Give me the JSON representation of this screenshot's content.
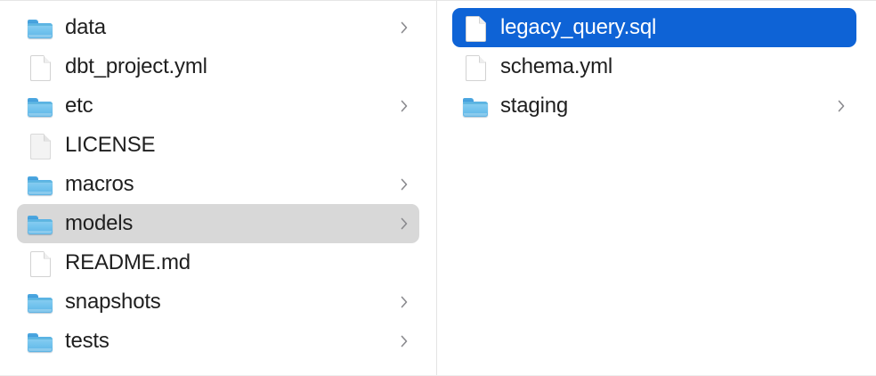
{
  "window": {
    "view": "finder-column-view",
    "selection_blue": "#0e63d6",
    "selection_gray": "#d8d8d8",
    "divider_color": "#e3e3e3"
  },
  "columns": [
    {
      "name": "parent-column",
      "items": [
        {
          "label": "data",
          "icon": "folder-icon",
          "has_chevron": true,
          "state": "normal"
        },
        {
          "label": "dbt_project.yml",
          "icon": "document-icon",
          "has_chevron": false,
          "state": "normal"
        },
        {
          "label": "etc",
          "icon": "folder-icon",
          "has_chevron": true,
          "state": "normal"
        },
        {
          "label": "LICENSE",
          "icon": "document-plain-icon",
          "has_chevron": false,
          "state": "normal"
        },
        {
          "label": "macros",
          "icon": "folder-icon",
          "has_chevron": true,
          "state": "normal"
        },
        {
          "label": "models",
          "icon": "folder-icon",
          "has_chevron": true,
          "state": "selected-inactive"
        },
        {
          "label": "README.md",
          "icon": "document-icon",
          "has_chevron": false,
          "state": "normal"
        },
        {
          "label": "snapshots",
          "icon": "folder-icon",
          "has_chevron": true,
          "state": "normal"
        },
        {
          "label": "tests",
          "icon": "folder-icon",
          "has_chevron": true,
          "state": "normal"
        }
      ]
    },
    {
      "name": "child-column",
      "items": [
        {
          "label": "legacy_query.sql",
          "icon": "document-icon",
          "has_chevron": false,
          "state": "selected-active"
        },
        {
          "label": "schema.yml",
          "icon": "document-icon",
          "has_chevron": false,
          "state": "normal"
        },
        {
          "label": "staging",
          "icon": "folder-icon",
          "has_chevron": true,
          "state": "normal"
        }
      ]
    }
  ]
}
